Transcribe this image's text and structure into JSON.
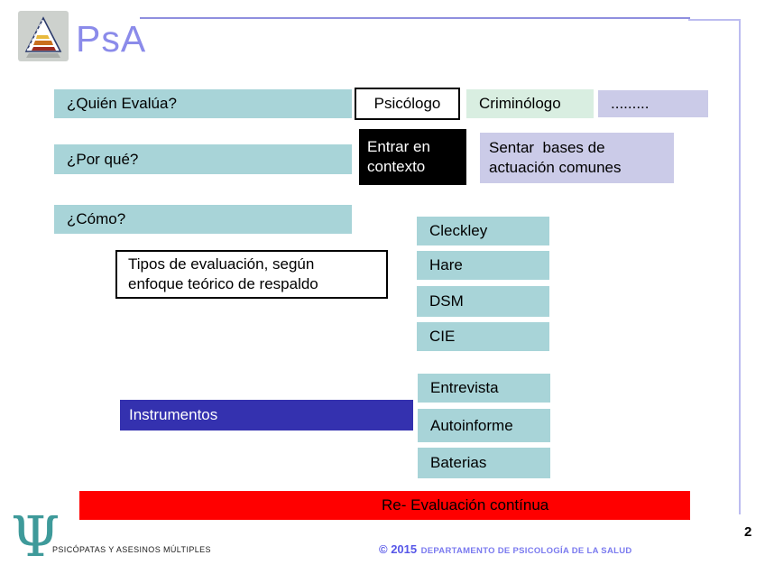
{
  "slide": {
    "brand": "PsA",
    "page_number": "2"
  },
  "questions": {
    "who": "¿Quién Evalúa?",
    "why": "¿Por qué?",
    "how": "¿Cómo?"
  },
  "evaluators": {
    "psychologist": "Psicólogo",
    "criminologist": "Criminólogo",
    "others": "........."
  },
  "why_answers": {
    "context": "Entrar en\ncontexto",
    "bases": "Sentar  bases de\nactuación comunes"
  },
  "types_box": "Tipos de evaluación, según\nenfoque teórico de respaldo",
  "theories": [
    "Cleckley",
    "Hare",
    "DSM",
    "CIE"
  ],
  "instruments_label": "Instrumentos",
  "instruments": [
    "Entrevista",
    "Autoinforme",
    "Baterias"
  ],
  "re_evaluation": "Re- Evaluación contínua",
  "footer": {
    "psi": "Ψ",
    "left": "PSICÓPATAS Y ASESINOS MÚLTIPLES",
    "copyright": "© 2015",
    "department": "DEPARTAMENTO DE PSICOLOGÍA DE LA SALUD"
  },
  "colors": {
    "teal_box": "#A8D4D8",
    "mint_box": "#D9EEE1",
    "lavender_box": "#CBCBE8",
    "instruments_blue": "#3431AF",
    "re_evaluation_red": "#FF0000",
    "black_box": "#000000",
    "brand_periwinkle": "#8B8BEA",
    "rule_periwinkle": "#8F8FDF",
    "psi_teal": "#3E9A9A"
  }
}
